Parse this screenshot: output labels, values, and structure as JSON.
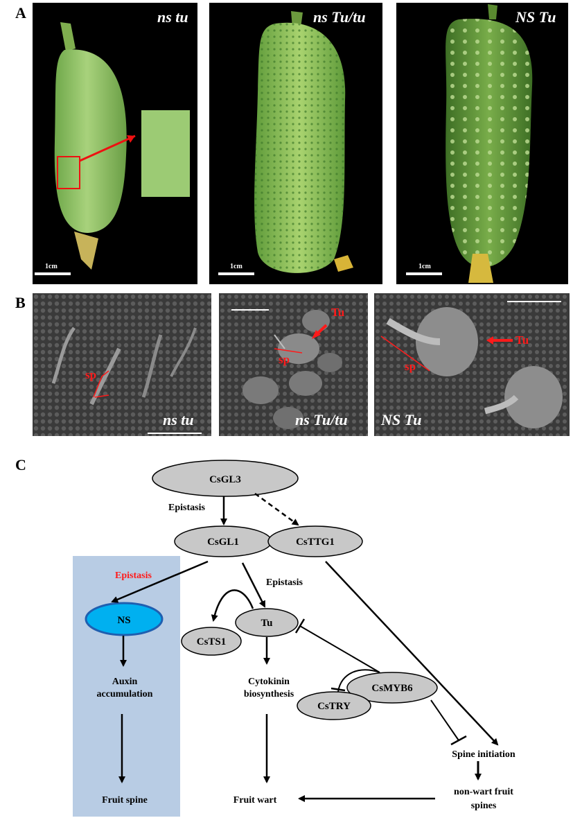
{
  "panels": {
    "a": {
      "letter": "A",
      "photos": [
        {
          "label": "ns tu",
          "scale": "1cm"
        },
        {
          "label": "ns Tu/tu",
          "scale": "1cm"
        },
        {
          "label": "NS Tu",
          "scale": "1cm"
        }
      ]
    },
    "b": {
      "letter": "B",
      "images": [
        {
          "label": "ns tu",
          "marker_sp": "sp"
        },
        {
          "label": "ns Tu/tu",
          "marker_sp": "sp",
          "marker_tu": "Tu"
        },
        {
          "label": "NS Tu",
          "marker_sp": "sp",
          "marker_tu": "Tu"
        }
      ]
    },
    "c": {
      "letter": "C",
      "nodes": {
        "csgl3": "CsGL3",
        "csgl1": "CsGL1",
        "csttg1": "CsTTG1",
        "ns": "NS",
        "tu": "Tu",
        "csts1": "CsTS1",
        "csmyb6": "CsMYB6",
        "cstry": "CsTRY"
      },
      "labels": {
        "epistasis_top": "Epistasis",
        "epistasis_red": "Epistasis",
        "epistasis_mid": "Epistasis",
        "auxin_line1": "Auxin",
        "auxin_line2": "accumulation",
        "fruit_spine": "Fruit spine",
        "cytokinin_line1": "Cytokinin",
        "cytokinin_line2": "biosynthesis",
        "fruit_wart": "Fruit wart",
        "spine_initiation": "Spine initiation",
        "nonwart_line1": "non-wart fruit",
        "nonwart_line2": "spines"
      }
    }
  },
  "colors": {
    "node_fill": "#c8c8c8",
    "ns_fill": "#00b0f0",
    "ns_stroke": "#1f5fb0",
    "box_fill": "#b8cce4",
    "red": "#ff1a1a",
    "cucumber_light": "#9cc96a",
    "cucumber_mid": "#7fbf4a",
    "cucumber_dark": "#3f7a2a"
  }
}
